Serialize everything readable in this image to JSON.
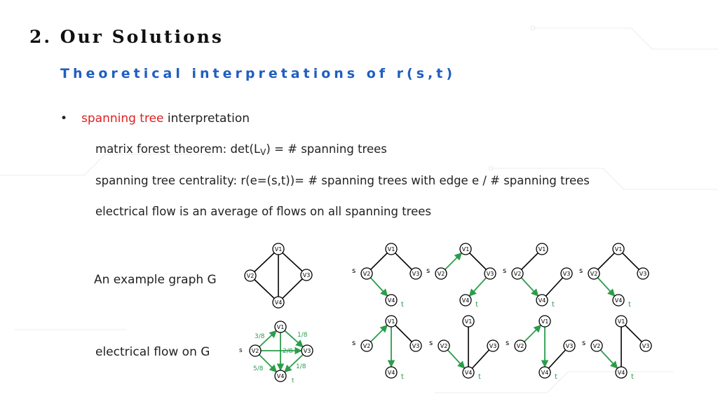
{
  "header": {
    "title": "2. Our Solutions",
    "subtitle": "Theoretical interpretations of r(s,t)"
  },
  "bullet": {
    "marker": "•",
    "highlight": "spanning tree",
    "rest": " interpretation"
  },
  "lines": {
    "line1_prefix": "matrix forest theorem: det(L",
    "line1_sub": "V",
    "line1_suffix": ") = # spanning trees",
    "line2": "spanning tree centrality: r(e=(s,t))= # spanning trees with edge e / # spanning trees",
    "line3": "electrical flow is an average of flows on all spanning trees"
  },
  "labels": {
    "example_graph": "An example graph G",
    "electrical_flow": "electrical flow on G"
  },
  "graph": {
    "node_labels": [
      "V1",
      "V2",
      "V3",
      "V4"
    ],
    "source": "s",
    "sink": "t",
    "flows": {
      "v1_v3": "1/8",
      "s_v1": "3/8",
      "s_v4": "5/8",
      "v2_v3": "2/8",
      "v3_v4": "1/8"
    }
  },
  "colors": {
    "flow_edge": "#2a9d4b",
    "title_blue": "#1f5fbf",
    "highlight_red": "#e02020"
  }
}
